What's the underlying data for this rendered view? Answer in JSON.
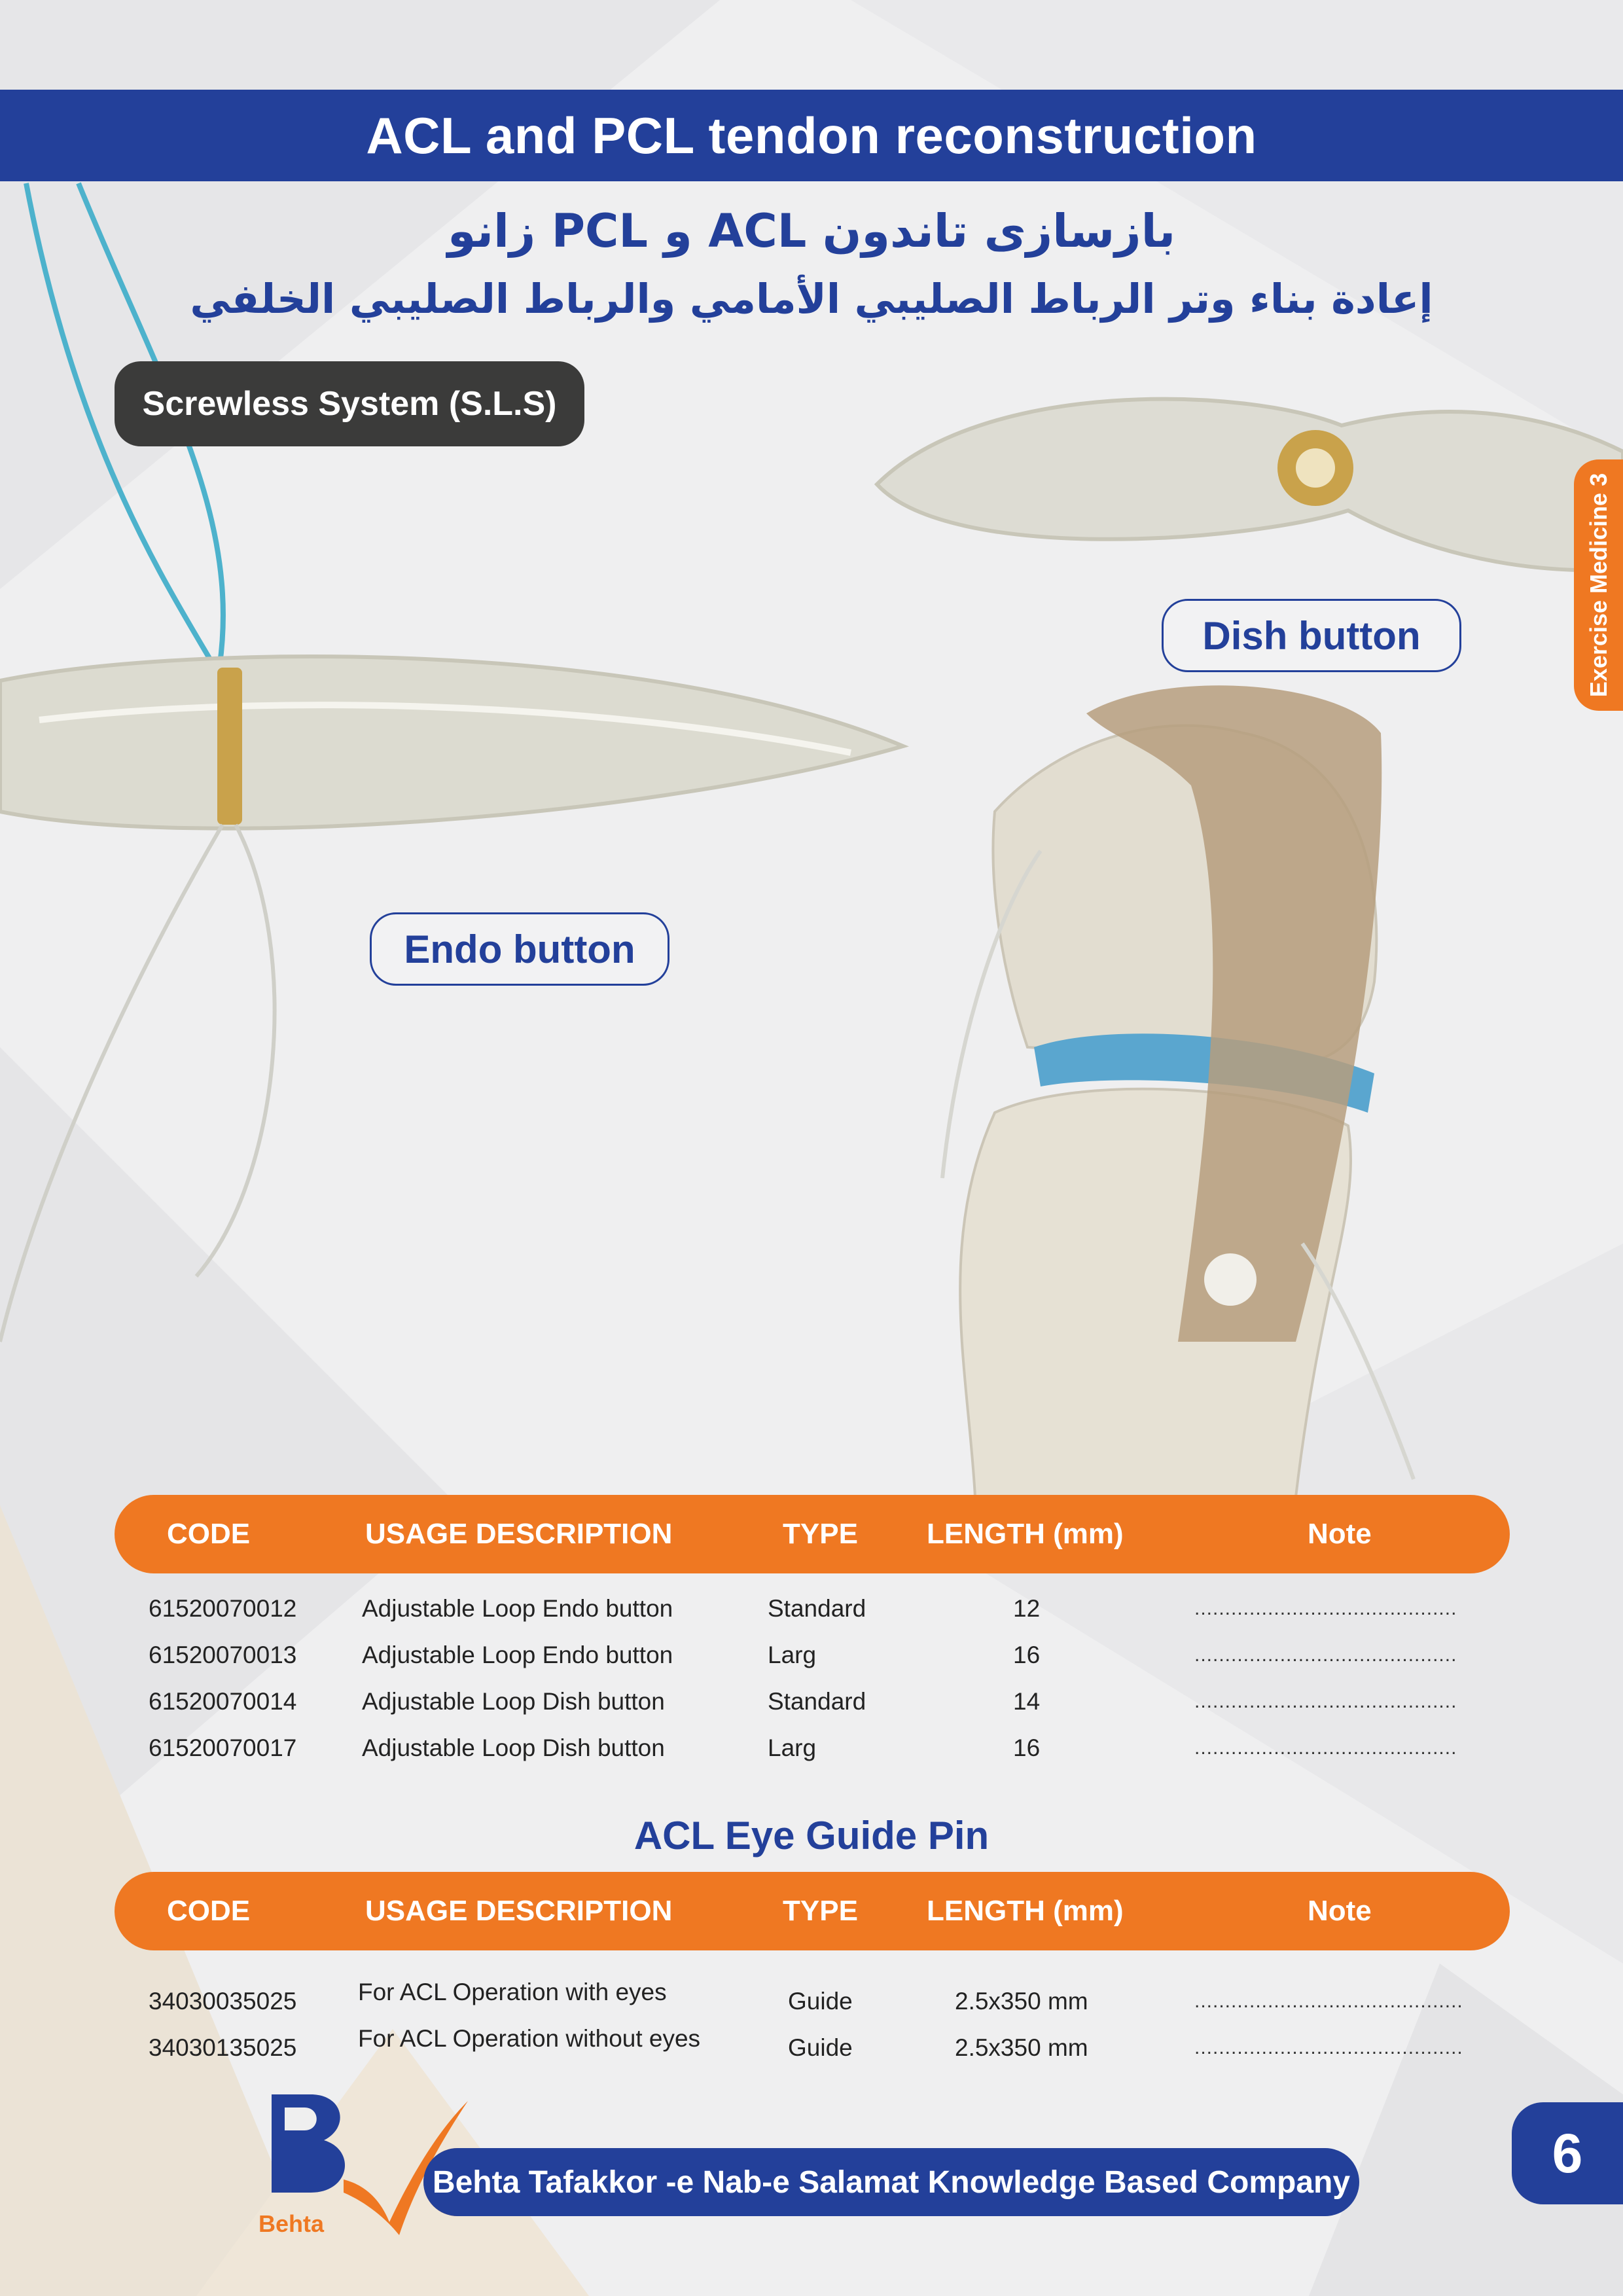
{
  "header": {
    "title": "ACL and PCL tendon reconstruction"
  },
  "fa_title": {
    "line1": "بازسازی تاندون ACL و PCL زانو",
    "line2": "إعادة بناء وتر الرباط الصليبي الأمامي والرباط الصليبي الخلفي"
  },
  "system_label": "Screwless System (S.L.S)",
  "labels": {
    "dish": "Dish button",
    "endo": "Endo button"
  },
  "side_tab": "Exercise Medicine 3",
  "table1": {
    "headers": {
      "code": "CODE",
      "usage": "USAGE DESCRIPTION",
      "type": "TYPE",
      "length": "LENGTH (mm)",
      "note": "Note"
    },
    "rows": [
      {
        "code": "61520070012",
        "usage": "Adjustable Loop Endo button",
        "type": "Standard",
        "length": "12",
        "note": "..........................................."
      },
      {
        "code": "61520070013",
        "usage": "Adjustable Loop Endo button",
        "type": "Larg",
        "length": "16",
        "note": "..........................................."
      },
      {
        "code": "61520070014",
        "usage": "Adjustable Loop Dish button",
        "type": "Standard",
        "length": "14",
        "note": "..........................................."
      },
      {
        "code": "61520070017",
        "usage": "Adjustable Loop Dish button",
        "type": "Larg",
        "length": "16",
        "note": "..........................................."
      }
    ]
  },
  "table2": {
    "title": "ACL Eye Guide Pin",
    "headers": {
      "code": "CODE",
      "usage": "USAGE DESCRIPTION",
      "type": "TYPE",
      "length": "LENGTH (mm)",
      "note": "Note"
    },
    "rows": [
      {
        "code": "34030035025",
        "usage": "For ACL Operation with eyes",
        "type": "Guide",
        "length": "2.5x350 mm",
        "note": "............................................"
      },
      {
        "code": "34030135025",
        "usage": "For ACL Operation without eyes",
        "type": "Guide",
        "length": "2.5x350 mm",
        "note": "............................................"
      }
    ]
  },
  "footer": {
    "company": "Behta Tafakkor -e  Nab-e Salamat Knowledge Based Company",
    "logo_text": "Behta",
    "page": "6"
  },
  "colors": {
    "blue": "#23409a",
    "orange": "#ef7822",
    "dark": "#3b3b3a"
  }
}
